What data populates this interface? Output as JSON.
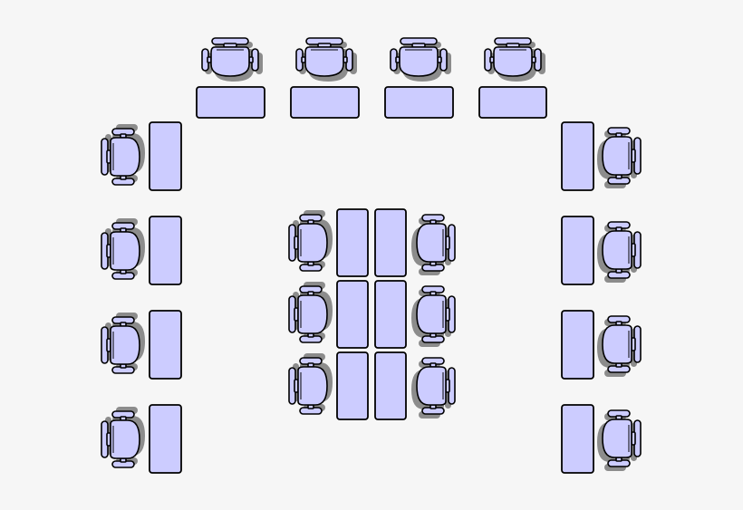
{
  "colors": {
    "background": "#f6f6f6",
    "furniture_fill": "#ccccff",
    "outline": "#000000",
    "shadow": "#8c8c8c"
  },
  "icons": {
    "chair": "office-chair-icon",
    "desk": "desk-icon"
  },
  "groups": [
    {
      "name": "top-row",
      "desks": 4,
      "chairs": 4
    },
    {
      "name": "left-column",
      "desks": 4,
      "chairs": 4
    },
    {
      "name": "right-column",
      "desks": 4,
      "chairs": 4
    },
    {
      "name": "center-cluster",
      "desks": 6,
      "chairs": 6
    }
  ]
}
